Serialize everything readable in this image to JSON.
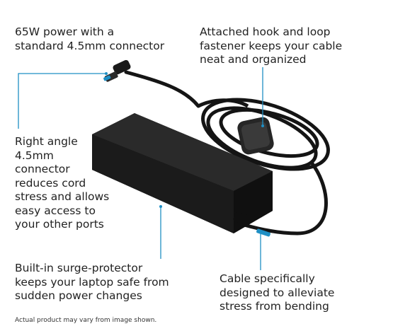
{
  "callouts": {
    "connector_power": "65W power with a\nstandard 4.5mm connector",
    "fastener": "Attached hook and loop\nfastener keeps your cable\nneat and organized",
    "right_angle": "Right angle\n4.5mm\nconnector\nreduces cord\nstress and allows\neasy access to\nyour other ports",
    "surge": "Built-in surge-protector\nkeeps your laptop safe from\nsudden power changes",
    "cable": "Cable specifically\ndesigned to alleviate\nstress from bending"
  },
  "disclaimer": "Actual product may vary from image shown.",
  "colors": {
    "accent": "#1f8fc4",
    "adapter_body": "#1c1c1c",
    "text": "#222222"
  }
}
